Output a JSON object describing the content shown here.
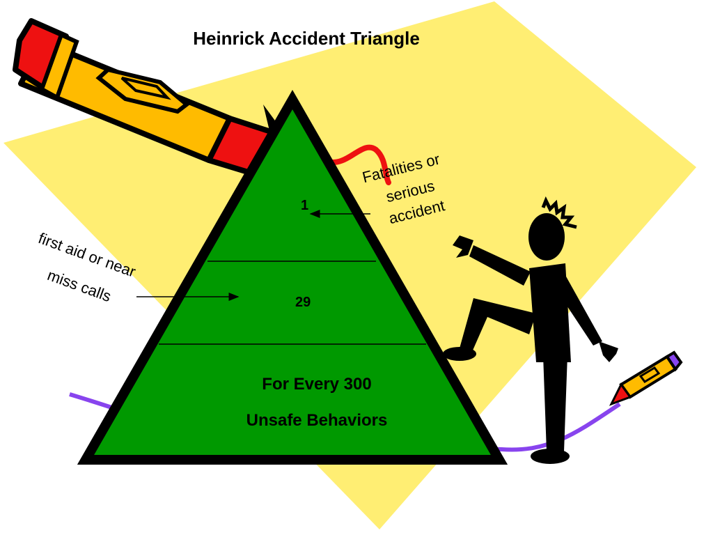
{
  "slide": {
    "title": "Heinrick Accident Triangle",
    "tiers": {
      "top_number": "1",
      "middle_number": "29",
      "base_line1": "For Every 300",
      "base_line2": "Unsafe Behaviors"
    },
    "annotations": {
      "top_label_line1": "Fatalities or",
      "top_label_line2": "serious",
      "top_label_line3": "accident",
      "middle_label_line1": "first aid or near",
      "middle_label_line2": "miss calls"
    }
  },
  "colors": {
    "background": "#ffffff",
    "diamond": "#ffee73",
    "triangle_fill": "#009900",
    "triangle_outline": "#000000",
    "pencil_body": "#ffbb00",
    "pencil_end": "#ee1111",
    "purple_line": "#8844ee",
    "figure": "#000000"
  },
  "icons": [
    "pencil-icon",
    "small-pencil-icon",
    "stick-figure-icon"
  ]
}
